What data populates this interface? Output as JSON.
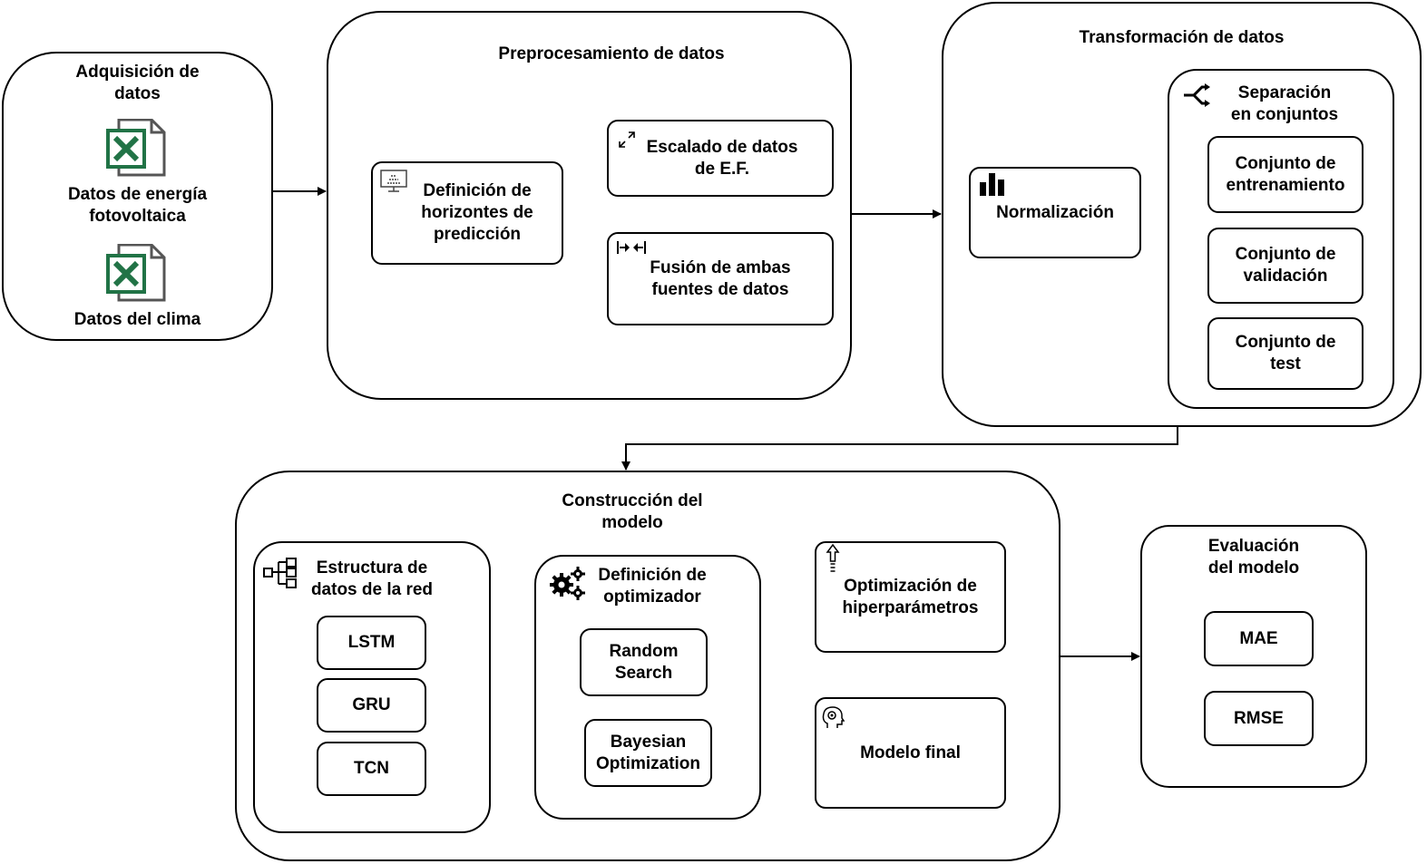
{
  "acquisition": {
    "title": "Adquisición de\ndatos",
    "pv_data": "Datos de energía\nfotovoltaica",
    "weather_data": "Datos del clima",
    "pv_icon": "excel-file-icon",
    "weather_icon": "excel-file-icon"
  },
  "preprocessing": {
    "title": "Preprocesamiento de datos",
    "horizons": "Definición de\nhorizontes de\npredicción",
    "scaling": "Escalado de datos\nde E.F.",
    "fusion": "Fusión de ambas\nfuentes de datos",
    "horizons_icon": "monitor-chart-icon",
    "scaling_icon": "expand-arrows-icon",
    "fusion_icon": "merge-arrows-icon"
  },
  "transformation": {
    "title": "Transformación de datos",
    "normalization": "Normalización",
    "normalization_icon": "bar-chart-icon",
    "split": {
      "title": "Separación\nen conjuntos",
      "icon": "split-arrows-icon",
      "train": "Conjunto de\nentrenamiento",
      "validation": "Conjunto de\nvalidación",
      "test": "Conjunto de\ntest"
    }
  },
  "model": {
    "title": "Construcción del\nmodelo",
    "structure": {
      "title": "Estructura de\ndatos de la red",
      "icon": "network-structure-icon",
      "items": [
        "LSTM",
        "GRU",
        "TCN"
      ]
    },
    "optimizer": {
      "title": "Definición de\noptimizador",
      "icon": "gears-icon",
      "items": [
        "Random\nSearch",
        "Bayesian\nOptimization"
      ]
    },
    "hyperparams": "Optimización de\nhiperparámetros",
    "hyperparams_icon": "up-arrow-icon",
    "final_model": "Modelo final",
    "final_model_icon": "head-gear-icon"
  },
  "evaluation": {
    "title": "Evaluación\ndel modelo",
    "metrics": [
      "MAE",
      "RMSE"
    ]
  },
  "colors": {
    "excel_green": "#217346",
    "stroke": "#000000"
  }
}
